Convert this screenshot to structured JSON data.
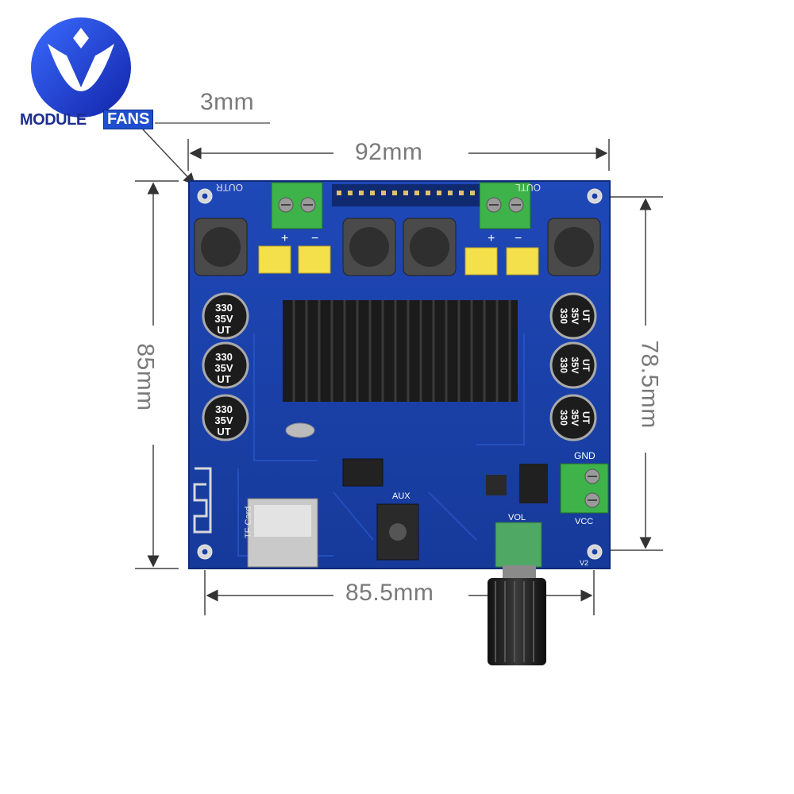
{
  "brand": {
    "name_part1": "MODULE",
    "name_part2": "FANS",
    "colors": {
      "blue": "#1f4fcf",
      "dark": "#1c2e8e"
    }
  },
  "dimensions": {
    "hole_offset": "3mm",
    "width": "92mm",
    "height": "85mm",
    "hole_spacing_v": "78.5mm",
    "hole_spacing_h": "85.5mm"
  },
  "board": {
    "colors": {
      "pcb": "#1a3fa8",
      "pcb_dark": "#0f2a7a",
      "terminal_green": "#3db34a",
      "heatsink": "#1b1b1b",
      "cap": "#1c1c1c",
      "yellow_cap": "#f4e04a"
    },
    "labels": {
      "outr": "OUTR",
      "outl": "OUTL",
      "plus": "+",
      "minus": "−",
      "gnd": "GND",
      "vcc": "VCC",
      "vol": "VOL",
      "aux": "AUX",
      "tf_card": "TF Card",
      "v2": "V2"
    },
    "capacitor_text": {
      "value": "330",
      "voltage": "35V",
      "series": "UT"
    }
  }
}
